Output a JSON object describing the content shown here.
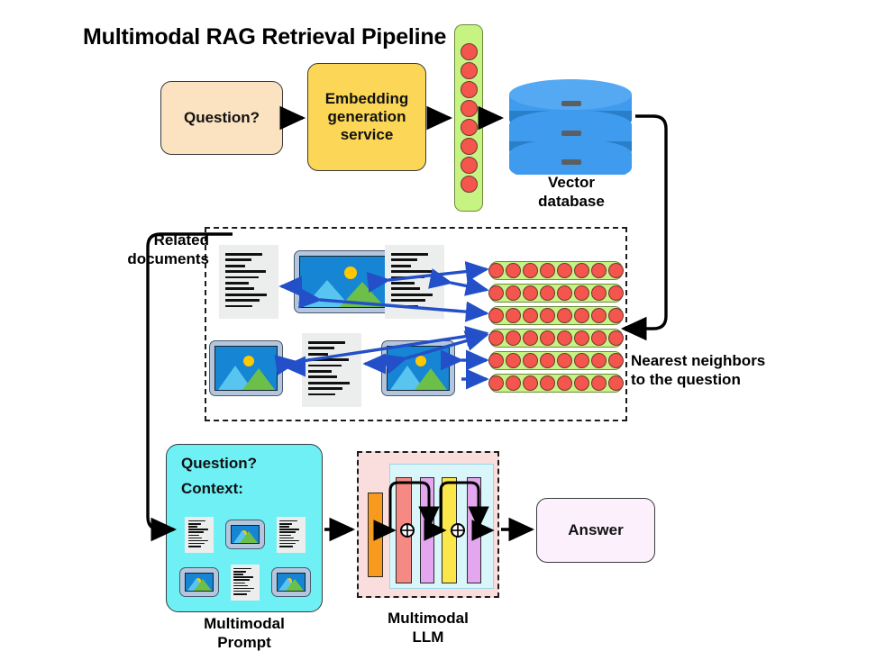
{
  "title": "Multimodal RAG Retrieval Pipeline",
  "nodes": {
    "question": "Question?",
    "embedding_service": "Embedding\ngeneration\nservice",
    "embedding_service_lines": [
      "Embedding",
      "generation",
      "service"
    ],
    "vector_database": "Vector\ndatabase",
    "vector_database_lines": [
      "Vector",
      "database"
    ],
    "answer": "Answer"
  },
  "labels": {
    "related_documents": "Related\ndocuments",
    "related_documents_lines": [
      "Related",
      "documents"
    ],
    "nearest_neighbors": "Nearest neighbors\nto the question",
    "nearest_neighbors_lines": [
      "Nearest neighbors",
      "to the question"
    ],
    "multimodal_prompt": "Multimodal\nPrompt",
    "multimodal_prompt_lines": [
      "Multimodal",
      "Prompt"
    ],
    "multimodal_llm": "Multimodal\nLLM",
    "multimodal_llm_lines": [
      "Multimodal",
      "LLM"
    ]
  },
  "prompt": {
    "question_label": "Question?",
    "context_label": "Context:",
    "items": [
      "document",
      "image",
      "document",
      "image",
      "document",
      "image"
    ]
  },
  "embeddings": {
    "query_vector_dots": 8,
    "neighbor_rows": 6,
    "neighbor_row_dots": 8,
    "dot_color": "#f4554c",
    "strip_color": "#c7f383"
  },
  "retrieval_box": {
    "row1": [
      "document",
      "image",
      "document"
    ],
    "row2": [
      "image",
      "document",
      "image"
    ]
  },
  "llm": {
    "input_bar_color": "#f79a1e",
    "bar_colors": [
      "#f58a84",
      "#e3a6ef",
      "#fbe74a",
      "#e3a6ef"
    ],
    "residual_nodes": [
      "plus",
      "plus"
    ],
    "panel_color": "#fadede",
    "inner_panel_color": "#d9f6fb"
  },
  "colors": {
    "question_box": "#fbe2c0",
    "embedding_box": "#fcd757",
    "answer_box": "#fbf0fb",
    "prompt_box": "#6ff0f5",
    "database": "#3f9bee",
    "database_dark": "#2a7fc9",
    "arrow": "#000000",
    "retrieval_arrow": "#2350c8"
  },
  "database": {
    "disks": 3
  }
}
